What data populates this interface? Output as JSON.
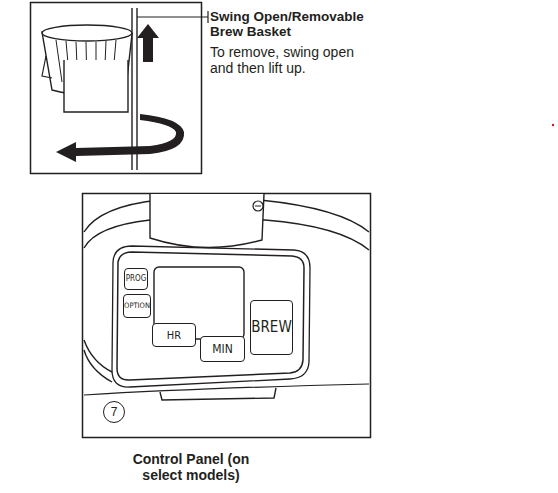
{
  "diagram": {
    "nodes": [
      {
        "text": [
          "PROG"
        ]
      },
      {
        "text": [
          "OPTION"
        ]
      },
      {
        "text": [
          "HR"
        ]
      },
      {
        "text": [
          "MIN"
        ]
      },
      {
        "text": [
          "BREW"
        ]
      },
      {
        "text": [
          "7"
        ]
      }
    ],
    "labels": [
      "Swing Open/Removable Brew Basket",
      "To remove, swing open and then lift up.",
      "Control Panel (on select models)"
    ]
  }
}
